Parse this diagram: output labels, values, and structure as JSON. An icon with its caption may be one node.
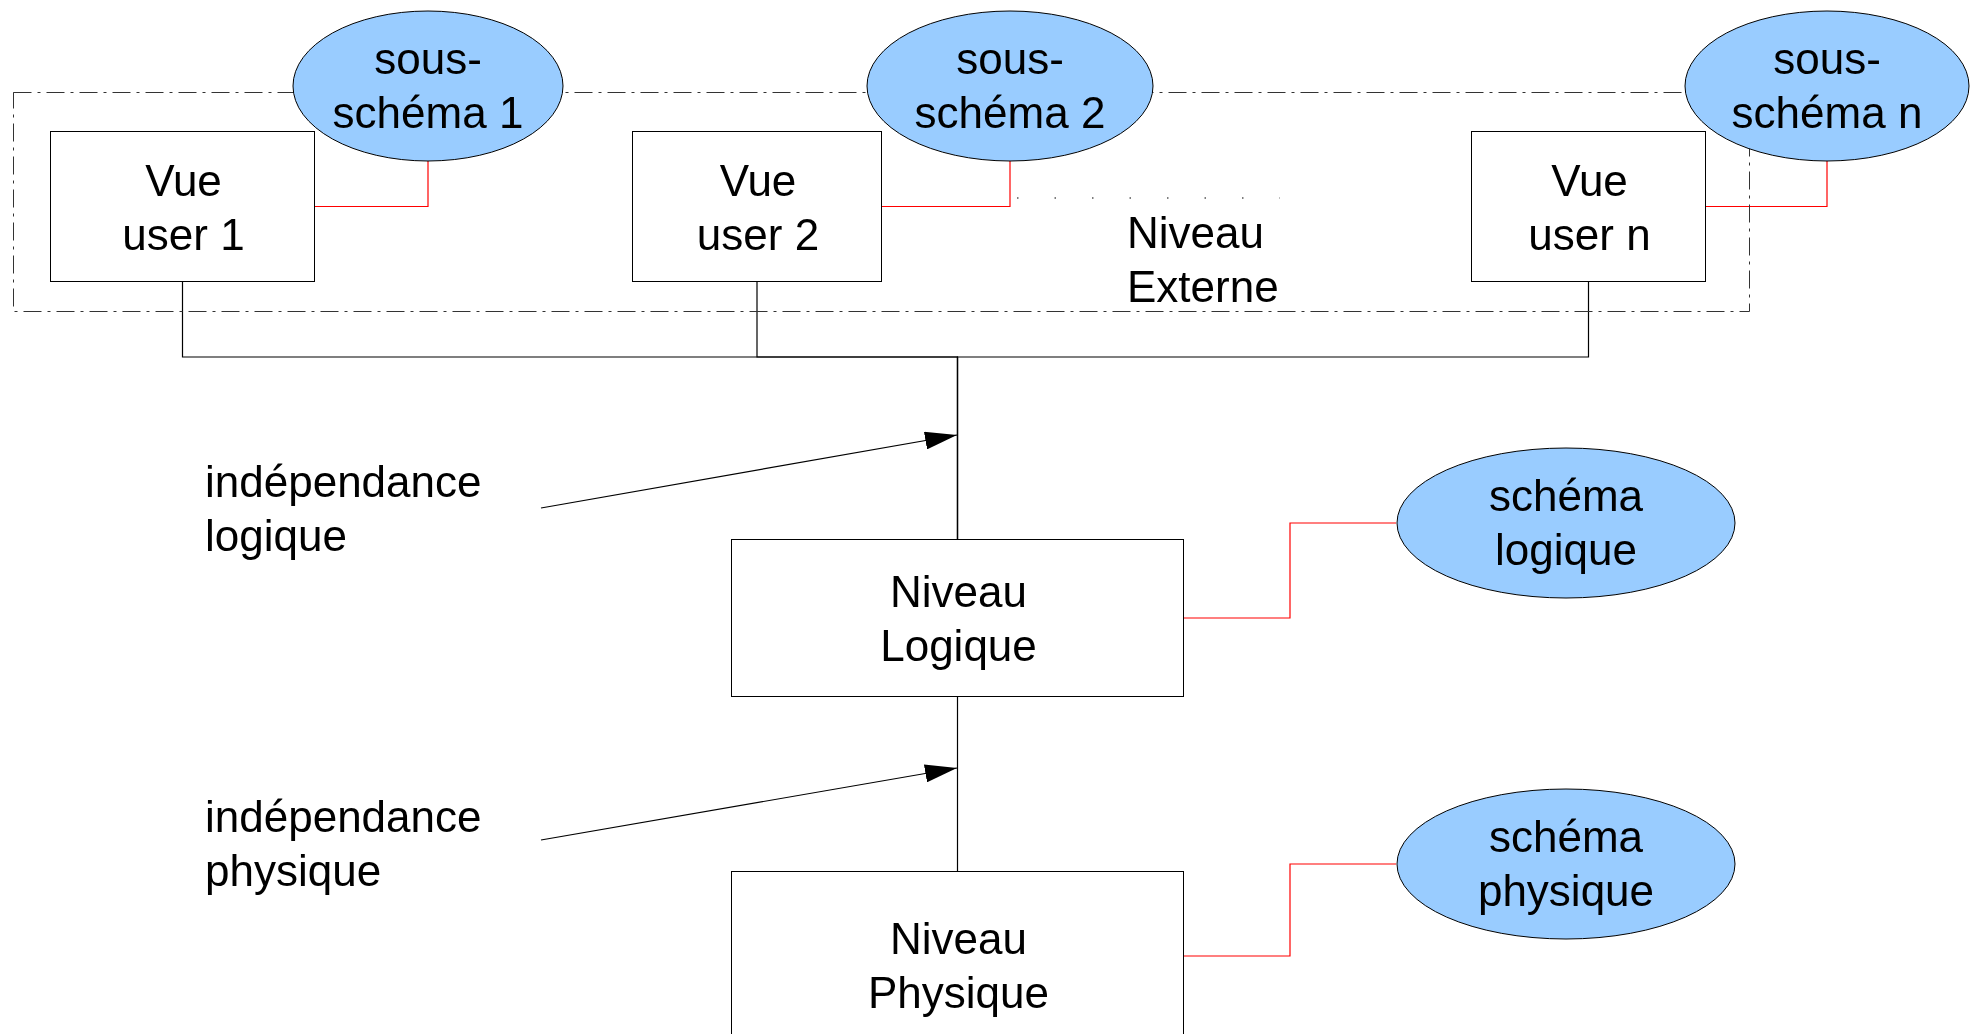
{
  "diagram": {
    "nodes": [
      {
        "text": [
          "Niveau Externe"
        ]
      },
      {
        "text": [
          "sous-schéma 1"
        ]
      },
      {
        "text": [
          "Vue user 1"
        ],
        "in": 0
      },
      {
        "text": [
          "sous-schéma 2"
        ]
      },
      {
        "text": [
          "Vue user 2"
        ],
        "in": 0
      },
      {
        "text": [
          "sous-schéma n"
        ]
      },
      {
        "text": [
          "Vue user n"
        ],
        "in": 0
      },
      {
        "text": [
          "indépendance logique"
        ]
      },
      {
        "text": [
          "schéma logique"
        ]
      },
      {
        "text": [
          "Niveau Logique"
        ]
      },
      {
        "text": [
          "indépendance physique"
        ]
      },
      {
        "text": [
          "schéma physique"
        ]
      },
      {
        "text": [
          "Niveau Physique"
        ]
      }
    ],
    "edges": [
      {
        "from": 2,
        "to": 1,
        "arrow": "none",
        "color": "#ff0000"
      },
      {
        "from": 4,
        "to": 3,
        "arrow": "none",
        "color": "#ff0000"
      },
      {
        "from": 6,
        "to": 5,
        "arrow": "none",
        "color": "#ff0000"
      },
      {
        "from": 2,
        "to": 9,
        "arrow": "none"
      },
      {
        "from": 4,
        "to": 9,
        "arrow": "none"
      },
      {
        "from": 6,
        "to": 9,
        "arrow": "none"
      },
      {
        "from": 7,
        "to": null,
        "arrow": "to"
      },
      {
        "from": 9,
        "to": 8,
        "arrow": "none",
        "color": "#ff0000"
      },
      {
        "from": 10,
        "to": null,
        "arrow": "to"
      },
      {
        "from": 9,
        "to": 12,
        "arrow": "none"
      },
      {
        "from": 12,
        "to": 11,
        "arrow": "none",
        "color": "#ff0000"
      }
    ]
  }
}
